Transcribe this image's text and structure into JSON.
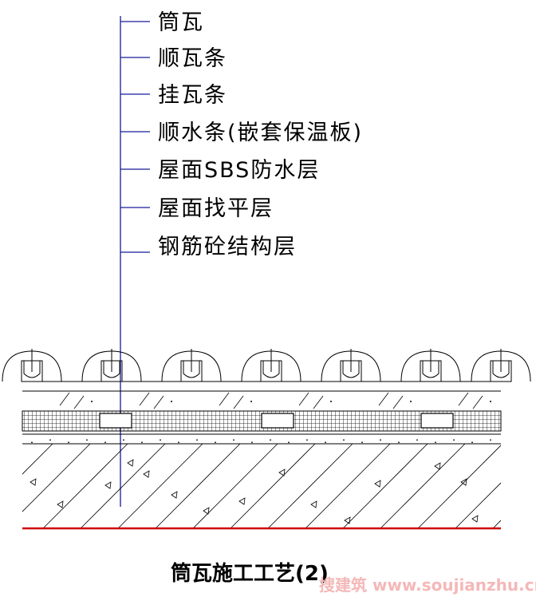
{
  "layers": [
    {
      "label": "筒瓦"
    },
    {
      "label": "顺瓦条"
    },
    {
      "label": "挂瓦条"
    },
    {
      "label": "顺水条(嵌套保温板)"
    },
    {
      "label": "屋面SBS防水层"
    },
    {
      "label": "屋面找平层"
    },
    {
      "label": "钢筋砼结构层"
    }
  ],
  "caption": "筒瓦施工工艺(2)",
  "watermark": "搜建筑 www.soujianzhu.cn",
  "colors": {
    "leader": "#1a1a99",
    "line": "#000000",
    "base": "#cc0000",
    "watermark": "#f4b8b8"
  }
}
